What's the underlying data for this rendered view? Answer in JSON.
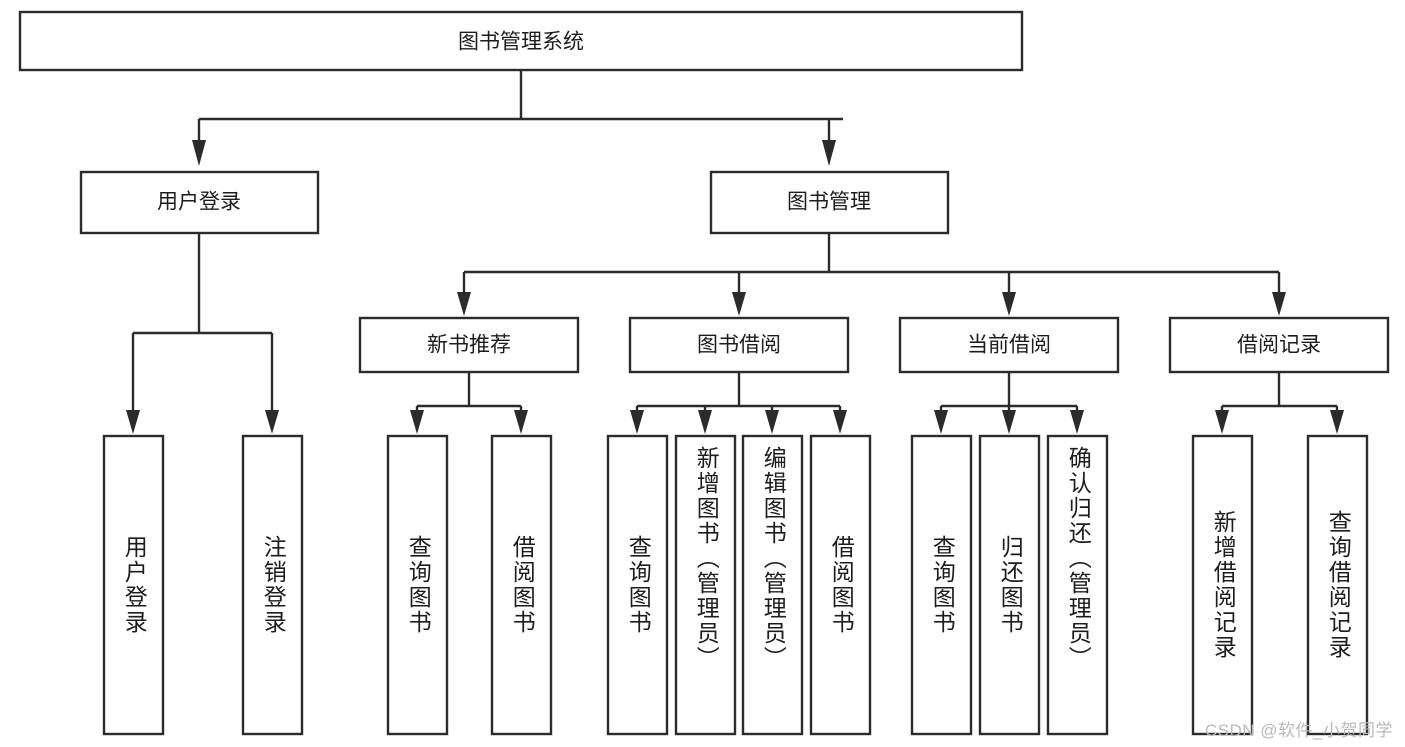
{
  "diagram": {
    "title": "图书管理系统",
    "type": "tree-hierarchy-diagram",
    "style": {
      "box_fill": "#ffffff",
      "box_stroke": "#2b2b2b",
      "text_color": "#1d1d1d",
      "background": "#ffffff",
      "watermark_color": "#b9b9b9"
    },
    "root": {
      "label": "图书管理系统"
    },
    "level2": [
      {
        "label": "用户登录"
      },
      {
        "label": "图书管理"
      }
    ],
    "level3": [
      {
        "label": "新书推荐"
      },
      {
        "label": "图书借阅"
      },
      {
        "label": "当前借阅"
      },
      {
        "label": "借阅记录"
      }
    ],
    "leaves": {
      "user_login": [
        {
          "label": "用户登录"
        },
        {
          "label": "注销登录"
        }
      ],
      "new_book_recommend": [
        {
          "label": "查询图书"
        },
        {
          "label": "借阅图书"
        }
      ],
      "book_borrow": [
        {
          "label": "查询图书"
        },
        {
          "label": "新增图书（管理员）"
        },
        {
          "label": "编辑图书（管理员）"
        },
        {
          "label": "借阅图书"
        }
      ],
      "current_borrow": [
        {
          "label": "查询图书"
        },
        {
          "label": "归还图书"
        },
        {
          "label": "确认归还（管理员）"
        }
      ],
      "borrow_record": [
        {
          "label": "新增借阅记录"
        },
        {
          "label": "查询借阅记录"
        }
      ]
    }
  },
  "watermark": {
    "text": "CSDN @软件_小贺同学"
  }
}
